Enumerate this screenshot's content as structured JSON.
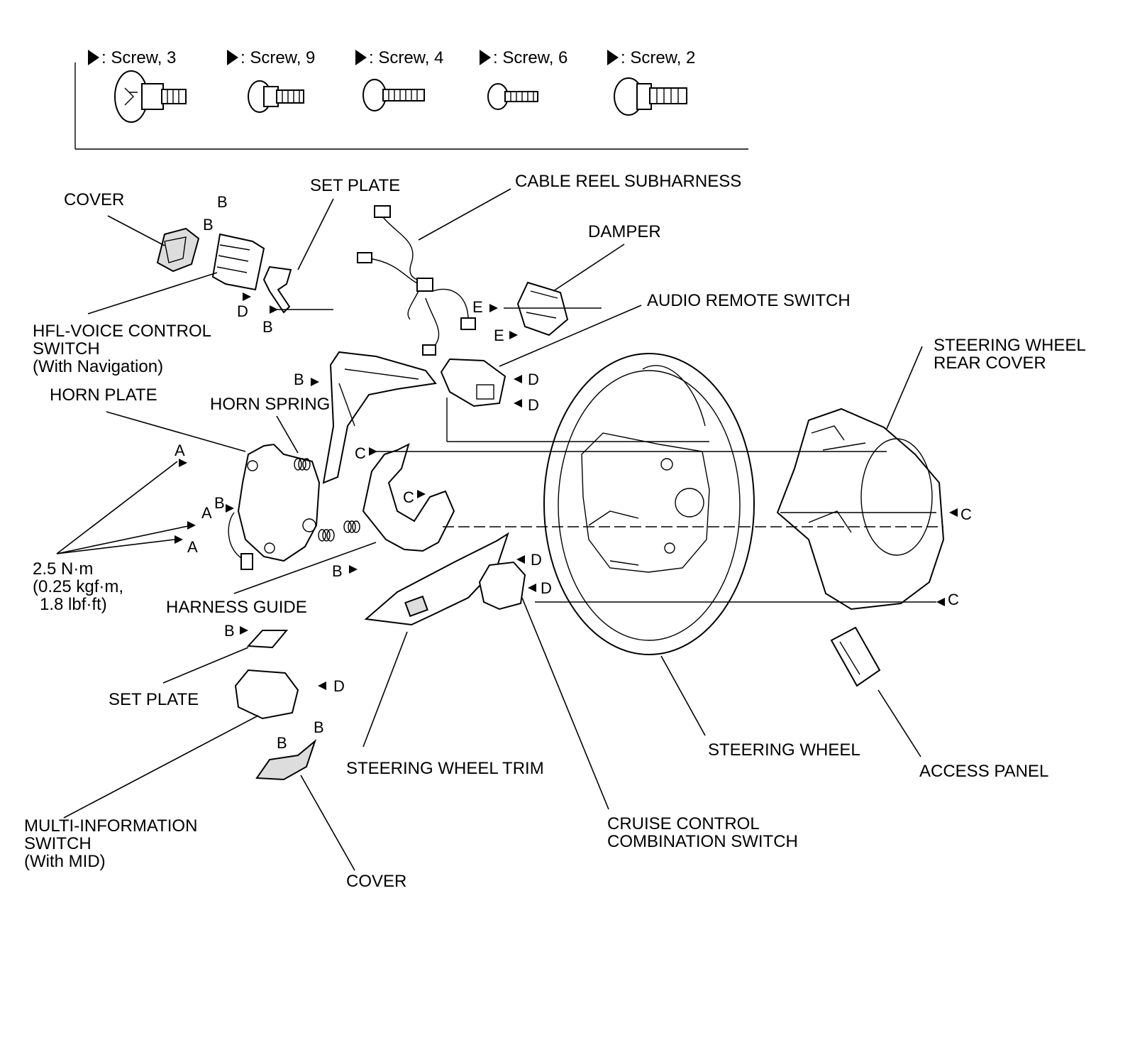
{
  "screw_legend": [
    {
      "text": ": Screw, 3"
    },
    {
      "text": ": Screw, 9"
    },
    {
      "text": ": Screw, 4"
    },
    {
      "text": ": Screw, 6"
    },
    {
      "text": ": Screw, 2"
    }
  ],
  "labels": {
    "cover_top": "COVER",
    "set_plate_top": "SET PLATE",
    "cable_reel_subharness": "CABLE REEL SUBHARNESS",
    "damper": "DAMPER",
    "audio_remote_switch": "AUDIO REMOTE SWITCH",
    "hfl_line1": "HFL-VOICE CONTROL",
    "hfl_line2": "SWITCH",
    "hfl_line3": "(With Navigation)",
    "steering_wheel_rear_cover_line1": "STEERING WHEEL",
    "steering_wheel_rear_cover_line2": "REAR COVER",
    "horn_plate": "HORN PLATE",
    "horn_spring": "HORN SPRING",
    "torque_line1": "2.5 N·m",
    "torque_line2": "(0.25 kgf·m,",
    "torque_line3": "1.8 lbf·ft)",
    "harness_guide": "HARNESS GUIDE",
    "set_plate_bottom": "SET PLATE",
    "steering_wheel_trim": "STEERING WHEEL TRIM",
    "steering_wheel": "STEERING WHEEL",
    "access_panel": "ACCESS PANEL",
    "multi_line1": "MULTI-INFORMATION",
    "multi_line2": "SWITCH",
    "multi_line3": "(With MID)",
    "cover_bottom": "COVER",
    "cruise_line1": "CRUISE CONTROL",
    "cruise_line2": "COMBINATION SWITCH"
  },
  "callouts": {
    "a": "A",
    "b": "B",
    "c": "C",
    "d": "D",
    "e": "E"
  },
  "colors": {
    "line": "#000000",
    "background": "#ffffff"
  }
}
